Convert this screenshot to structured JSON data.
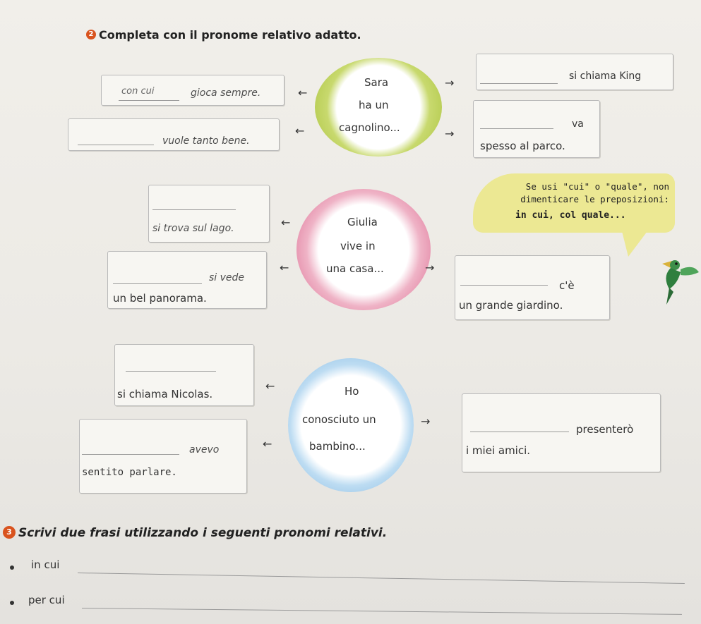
{
  "exercise2": {
    "number": "2",
    "title": "Completa con il pronome relativo adatto.",
    "group1": {
      "center": [
        "Sara",
        "ha un",
        "cagnolino..."
      ],
      "left_top": {
        "answer": "con cui",
        "text": "gioca sempre."
      },
      "left_bottom": {
        "text": "vuole tanto bene."
      },
      "right_top": {
        "text": "si chiama King"
      },
      "right_bottom": {
        "text1": "va",
        "text2": "spesso al parco."
      }
    },
    "group2": {
      "center": [
        "Giulia",
        "vive in",
        "una casa..."
      ],
      "left_top": {
        "text": "si trova sul lago."
      },
      "left_bottom": {
        "text1": "si vede",
        "text2": "un bel panorama."
      },
      "right": {
        "text1": "c'è",
        "text2": "un grande giardino."
      }
    },
    "group3": {
      "center": [
        "Ho",
        "conosciuto un",
        "bambino..."
      ],
      "left_top": {
        "text": "si chiama Nicolas."
      },
      "left_bottom": {
        "text1": "avevo",
        "text2": "sentito parlare."
      },
      "right": {
        "text1": "presenterò",
        "text2": "i miei amici."
      }
    },
    "tip": {
      "text": "Se usi \"cui\" o \"quale\", non dimenticare le preposizioni:",
      "bold": "in cui, col quale..."
    }
  },
  "exercise3": {
    "number": "3",
    "title": "Scrivi due frasi utilizzando i seguenti pronomi relativi.",
    "items": [
      "in cui",
      "per cui"
    ]
  },
  "colors": {
    "ring_green": "#a9c23c",
    "ring_pink": "#d9628a",
    "ring_blue": "#7fb6e0",
    "tip_bubble": "#ece893"
  }
}
